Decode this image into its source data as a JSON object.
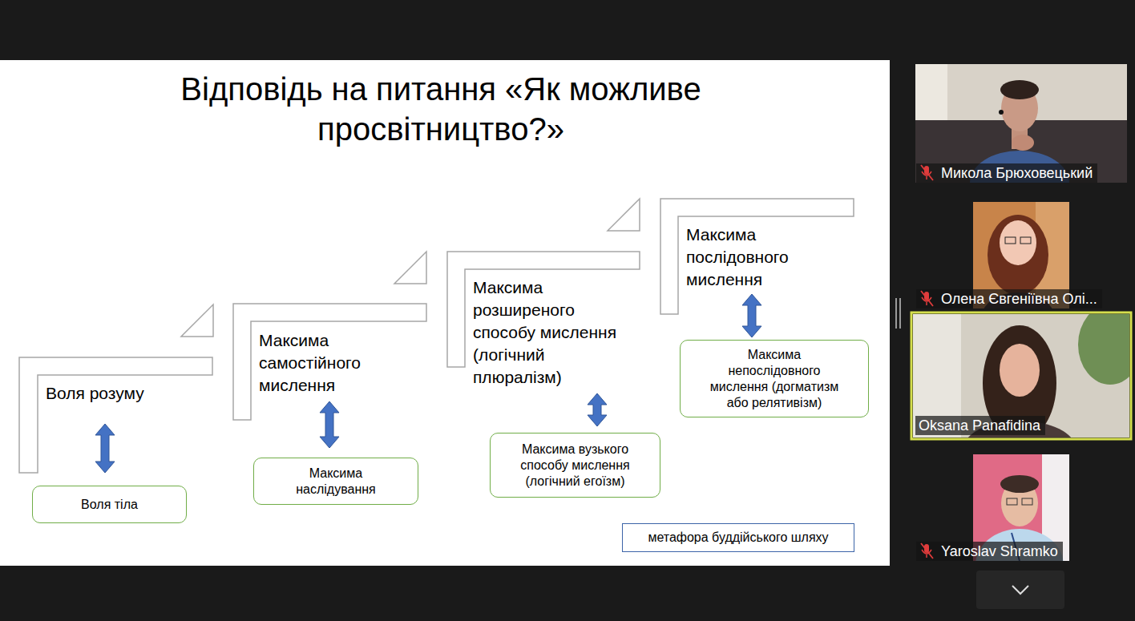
{
  "diagram": {
    "title": "Відповідь на питання «Як можливе просвітництво?»",
    "nodes": [
      {
        "text": [
          "Воля розуму"
        ]
      },
      {
        "text": [
          "Воля тіла"
        ]
      },
      {
        "text": [
          "Максима самостійного мислення"
        ]
      },
      {
        "text": [
          "Максима наслідування"
        ]
      },
      {
        "text": [
          "Максима розширеного способу мислення (логічний плюралізм)"
        ]
      },
      {
        "text": [
          "Максима вузького способу мислення (логічний егоїзм)"
        ]
      },
      {
        "text": [
          "Максима послідовного мислення"
        ]
      },
      {
        "text": [
          "Максима непослідовного мислення (догматизм або релятивізм)"
        ]
      },
      {
        "text": [
          "метафора буддійського шляху"
        ]
      }
    ],
    "edges": [
      {
        "from": 0,
        "to": 1,
        "arrow": "both"
      },
      {
        "from": 2,
        "to": 3,
        "arrow": "both"
      },
      {
        "from": 4,
        "to": 5,
        "arrow": "both"
      },
      {
        "from": 6,
        "to": 7,
        "arrow": "both"
      }
    ],
    "labels": [
      "Микола Брюховецький",
      "Олена Євгеніївна Олі...",
      "Oksana Panafidina",
      "Yaroslav Shramko"
    ]
  }
}
